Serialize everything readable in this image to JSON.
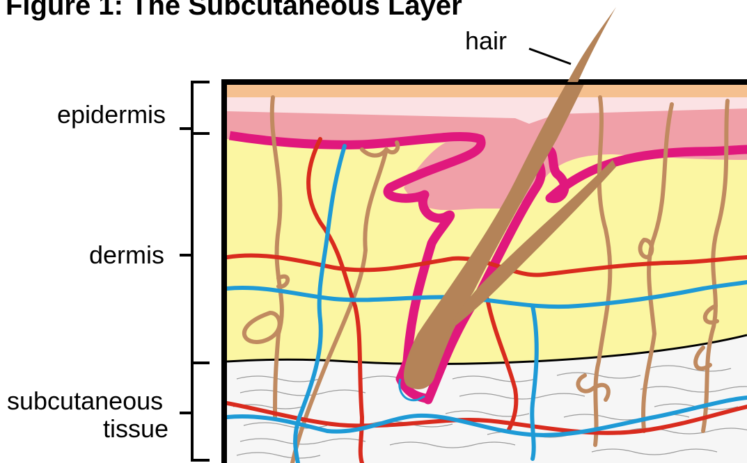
{
  "figure": {
    "title": "Figure 1: The Subcutaneous Layer"
  },
  "labels": {
    "epidermis": "epidermis",
    "dermis": "dermis",
    "subcutaneous_line1": "subcutaneous",
    "subcutaneous_line2": "tissue",
    "hair": "hair"
  },
  "colors": {
    "epidermis_outer": "#f5c08f",
    "epidermis_inner": "#f0a0a8",
    "basement_membrane": "#e0187d",
    "dermis": "#fbf6a2",
    "subcutaneous": "#f5f5f5",
    "hair": "#b48358",
    "artery": "#d92b1e",
    "vein": "#1e9ad6",
    "nerve": "#c08a60"
  }
}
